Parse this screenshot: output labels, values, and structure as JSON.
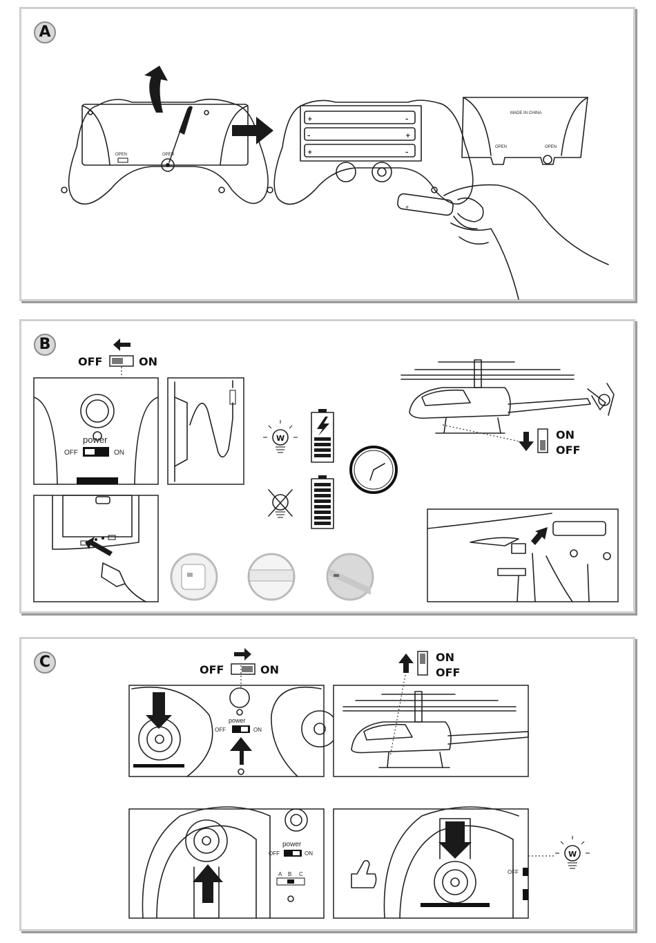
{
  "panels": {
    "a": {
      "badge": "A"
    },
    "b": {
      "badge": "B"
    },
    "c": {
      "badge": "C"
    }
  },
  "labels": {
    "open": "OPEN",
    "made_in_china": "MADE IN CHINA",
    "off": "OFF",
    "on": "ON",
    "power": "power",
    "plus": "+",
    "minus": "–",
    "abc": [
      "A",
      "B",
      "C"
    ]
  },
  "icons": {
    "bulb_letter": "W"
  }
}
